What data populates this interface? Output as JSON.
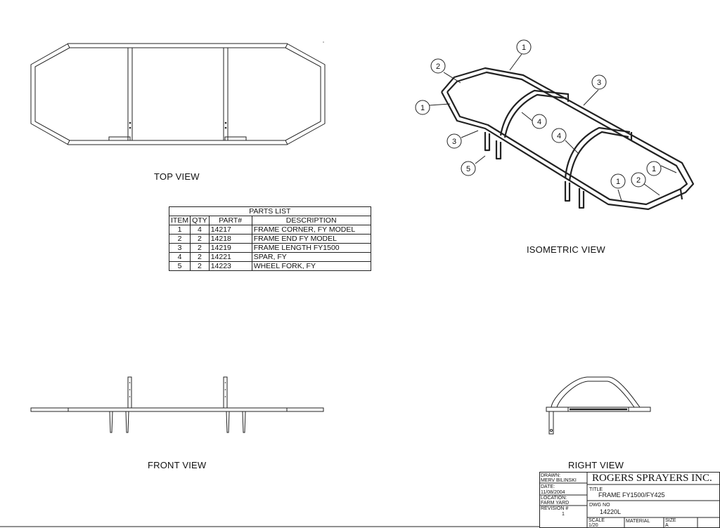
{
  "views": {
    "top": "TOP VIEW",
    "isometric": "ISOMETRIC VIEW",
    "front": "FRONT VIEW",
    "right": "RIGHT VIEW"
  },
  "balloons": [
    "1",
    "2",
    "1",
    "3",
    "5",
    "4",
    "4",
    "3",
    "1",
    "2",
    "1"
  ],
  "parts_list": {
    "title": "PARTS LIST",
    "headers": [
      "ITEM",
      "QTY",
      "PART#",
      "DESCRIPTION"
    ],
    "rows": [
      [
        "1",
        "4",
        "14217",
        "FRAME CORNER, FY MODEL"
      ],
      [
        "2",
        "2",
        "14218",
        "FRAME END FY MODEL"
      ],
      [
        "3",
        "2",
        "14219",
        "FRAME LENGTH FY1500"
      ],
      [
        "4",
        "2",
        "14221",
        "SPAR, FY"
      ],
      [
        "5",
        "2",
        "14223",
        "WHEEL FORK, FY"
      ]
    ]
  },
  "title_block": {
    "drawn_label": "DRAWN:",
    "drawn_by": "MERV BILINSKI",
    "date_label": "DATE:",
    "date": "11/08/2004",
    "location_label": "LOCATION:",
    "location": "FARM YARD",
    "revision_label": "REVISION #",
    "revision": "1",
    "company": "ROGERS SPRAYERS INC.",
    "title_label": "TITLE",
    "title": "FRAME FY1500/FY425",
    "dwg_label": "DWG NO",
    "dwg_no": "14220L",
    "scale_label": "SCALE",
    "scale": "1/20",
    "material_label": "MATERIAL",
    "size_label": "SIZE",
    "size": "A"
  }
}
